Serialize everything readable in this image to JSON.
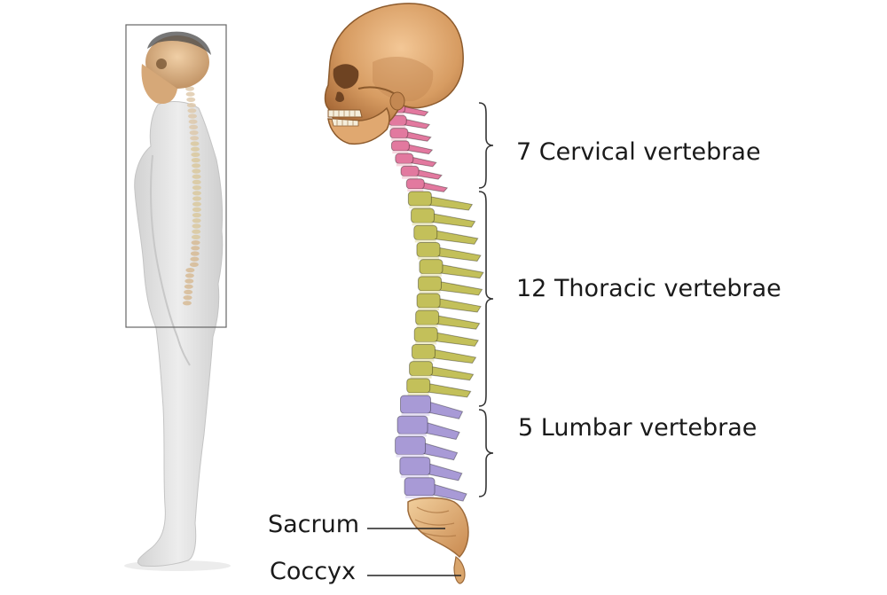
{
  "regions": [
    {
      "id": "cervical",
      "label": "7 Cervical vertebrae",
      "count": 7,
      "color": "#e2799f",
      "disc": "#f7d8e0"
    },
    {
      "id": "thoracic",
      "label": "12 Thoracic vertebrae",
      "count": 12,
      "color": "#c3c05a",
      "disc": "#efeccb"
    },
    {
      "id": "lumbar",
      "label": "5 Lumbar vertebrae",
      "count": 5,
      "color": "#a89ad6",
      "disc": "#e6e0f5"
    }
  ],
  "callouts": {
    "sacrum": "Sacrum",
    "coccyx": "Coccyx"
  },
  "colors": {
    "bone": "#d8a06a",
    "bone_shadow": "#a86c3e",
    "body_silhouette": "#e4e4e4",
    "leader_line": "#222222",
    "bracket": "#333333"
  }
}
